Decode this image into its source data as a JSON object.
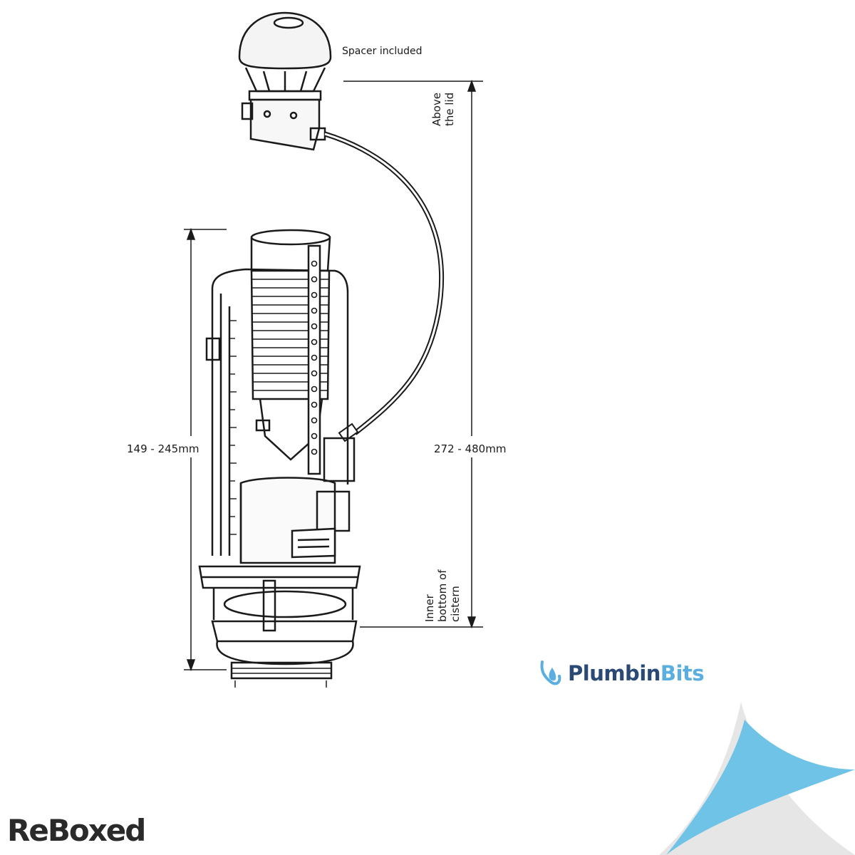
{
  "labels": {
    "spacer_note": "Spacer included",
    "above_lid_line1": "Above",
    "above_lid_line2": "the lid",
    "range_short": "149 - 245mm",
    "range_long": "272 - 480mm",
    "bottom_line1": "Inner",
    "bottom_line2": "bottom of",
    "bottom_line3": "cistern"
  },
  "brand": {
    "name_part1": "Plumbin",
    "name_part2": "Bits",
    "primary_color": "#2a4a75",
    "accent_color": "#5aaee0"
  },
  "watermark": {
    "text": "ReBoxed"
  },
  "colors": {
    "line": "#1a1a1a",
    "corner_curl": "#6ec3e6"
  }
}
